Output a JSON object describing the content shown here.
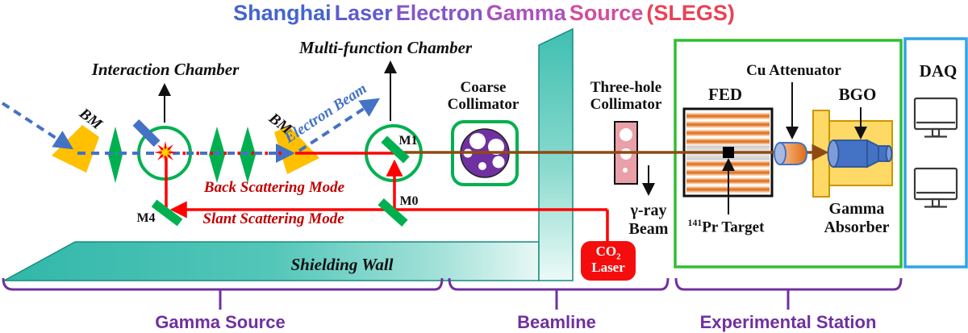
{
  "title": {
    "words": [
      {
        "text": "Shanghai",
        "color": "#4664D0"
      },
      {
        "text": "Laser",
        "color": "#5F5BD0"
      },
      {
        "text": "Electron",
        "color": "#8456C8"
      },
      {
        "text": "Gamma",
        "color": "#AA52BE"
      },
      {
        "text": "Source",
        "color": "#D04F9E"
      },
      {
        "text": "(SLEGS)",
        "color": "#EA4156"
      }
    ]
  },
  "labels": {
    "interaction_chamber": "Interaction Chamber",
    "multi_function_chamber": "Multi-function Chamber",
    "coarse_collimator_1": "Coarse",
    "coarse_collimator_2": "Collimator",
    "three_hole_collimator_1": "Three-hole",
    "three_hole_collimator_2": "Collimator",
    "cu_attenuator": "Cu Attenuator",
    "fed": "FED",
    "bgo": "BGO",
    "daq": "DAQ",
    "gamma_absorber_1": "Gamma",
    "gamma_absorber_2": "Absorber",
    "gamma_ray_1": "γ-ray",
    "gamma_ray_2": "Beam",
    "pr_target_sup": "141",
    "pr_target_text": "Pr Target",
    "co2_main": "CO",
    "co2_sub": "2",
    "co2_line2": "Laser",
    "shielding_wall": "Shielding Wall",
    "electron_beam": "Electron Beam",
    "back_mode": "Back Scattering Mode",
    "slant_mode": "Slant Scattering Mode",
    "bm1": "BM",
    "bm2": "BM",
    "m0": "M0",
    "m1": "M1",
    "m4": "M4"
  },
  "sections": {
    "gamma_source": "Gamma Source",
    "beamline": "Beamline",
    "experimental_station": "Experimental Station"
  },
  "colors": {
    "chamber_green": "#00B050",
    "station_green": "#30BE30",
    "daq_blue": "#2FA3E8",
    "beam_blue": "#4472C4",
    "laser_red": "#FF0000",
    "mode_red": "#C00000",
    "gamma_brown": "#8F4A12",
    "magnet_orange": "#FFC000",
    "wall_teal": "#3ABCAE",
    "collimator_purple": "#7030A0",
    "collimator_pink": "#E9A0A8",
    "absorber_yellow": "#FFD966",
    "brace_purple": "#7030A0"
  }
}
